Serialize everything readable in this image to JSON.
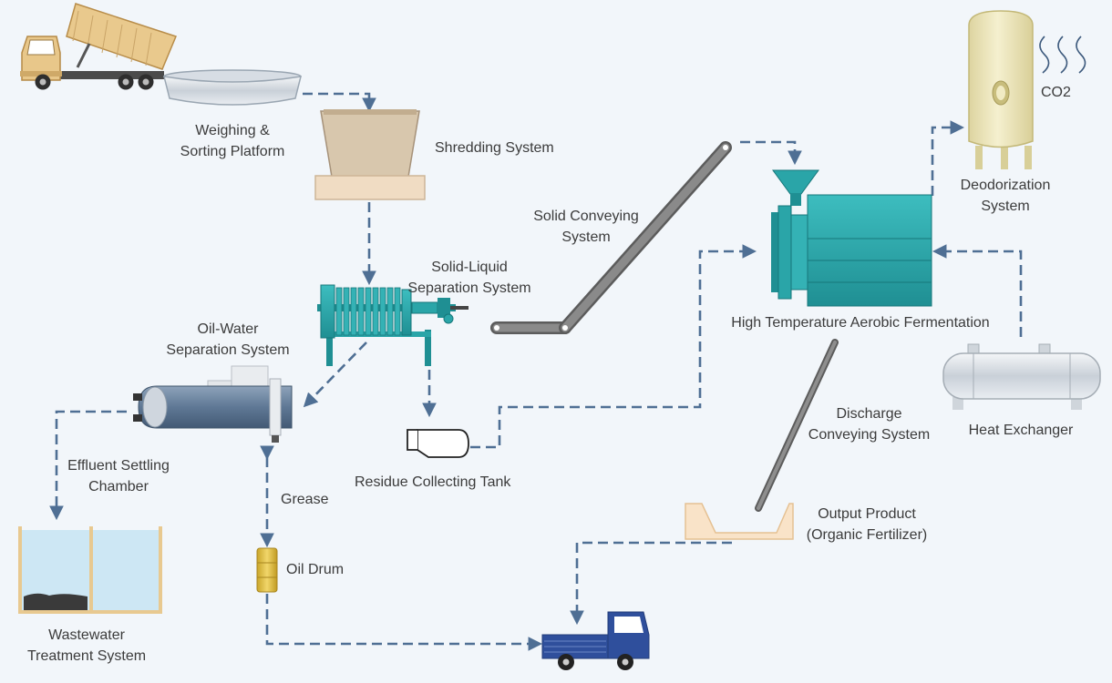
{
  "labels": {
    "weighing": [
      "Weighing &",
      "Sorting Platform"
    ],
    "shredding": "Shredding System",
    "solid_conveying": [
      "Solid Conveying",
      "System"
    ],
    "solid_liquid": [
      "Solid-Liquid",
      "Separation System"
    ],
    "oil_water": [
      "Oil-Water",
      "Separation System"
    ],
    "fermentation": "High Temperature Aerobic Fermentation",
    "deodorization": [
      "Deodorization",
      "System"
    ],
    "co2": "CO2",
    "heat_exchanger": "Heat Exchanger",
    "discharge": [
      "Discharge",
      "Conveying System"
    ],
    "effluent": [
      "Effluent Settling",
      "Chamber"
    ],
    "grease": "Grease",
    "residue_tank": "Residue Collecting Tank",
    "output": [
      "Output Product",
      "(Organic Fertilizer)"
    ],
    "oil_drum": "Oil Drum",
    "wastewater": [
      "Wastewater",
      "Treatment System"
    ]
  },
  "colors": {
    "background": "#f2f6fa",
    "flow_arrow": "#4f6f94",
    "teal_machine": "#2aa5a8",
    "conveyor": "#6b6b6b",
    "beige": "#f3dfc6",
    "tank_cream": "#f1ebc4",
    "truck_blue": "#2f4f9c",
    "oil_drum": "#e2c24a",
    "water": "#cde7f4"
  },
  "icons": [
    "dump-truck-icon",
    "weighing-platform-icon",
    "shredder-hopper-icon",
    "filter-press-icon",
    "oil-water-separator-icon",
    "residue-tank-icon",
    "belt-conveyor-icon",
    "fermenter-icon",
    "deodorization-tank-icon",
    "heat-exchanger-icon",
    "settling-tank-icon",
    "oil-drum-icon",
    "pickup-truck-icon",
    "output-tray-icon"
  ]
}
